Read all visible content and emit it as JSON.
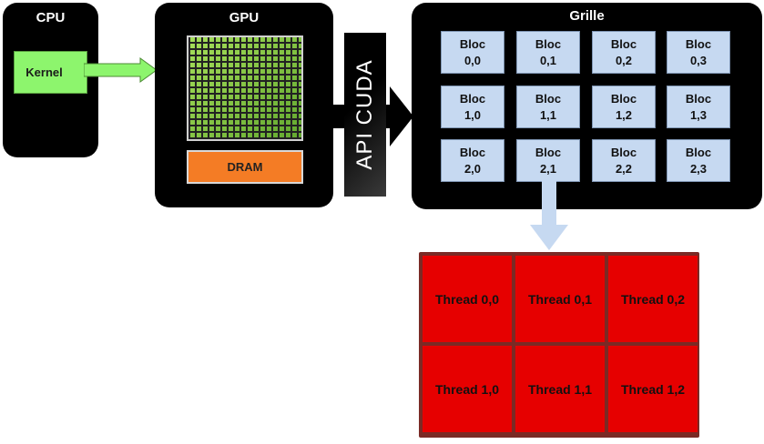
{
  "cpu": {
    "title": "CPU",
    "kernel_label": "Kernel"
  },
  "gpu": {
    "title": "GPU",
    "dram_label": "DRAM"
  },
  "api": {
    "label": "API CUDA"
  },
  "grid": {
    "title": "Grille",
    "blocks": [
      [
        {
          "label": "Bloc",
          "index": "0,0"
        },
        {
          "label": "Bloc",
          "index": "0,1"
        },
        {
          "label": "Bloc",
          "index": "0,2"
        },
        {
          "label": "Bloc",
          "index": "0,3"
        }
      ],
      [
        {
          "label": "Bloc",
          "index": "1,0"
        },
        {
          "label": "Bloc",
          "index": "1,1"
        },
        {
          "label": "Bloc",
          "index": "1,2"
        },
        {
          "label": "Bloc",
          "index": "1,3"
        }
      ],
      [
        {
          "label": "Bloc",
          "index": "2,0"
        },
        {
          "label": "Bloc",
          "index": "2,1"
        },
        {
          "label": "Bloc",
          "index": "2,2"
        },
        {
          "label": "Bloc",
          "index": "2,3"
        }
      ]
    ]
  },
  "threads": [
    [
      "Thread 0,0",
      "Thread 0,1",
      "Thread 0,2"
    ],
    [
      "Thread 1,0",
      "Thread 1,1",
      "Thread 1,2"
    ]
  ],
  "colors": {
    "panel": "#000000",
    "kernel": "#8df56d",
    "dram": "#f47c25",
    "bloc": "#c6d9f1",
    "thread": "#e60000",
    "thread_border": "#7a2a25"
  }
}
